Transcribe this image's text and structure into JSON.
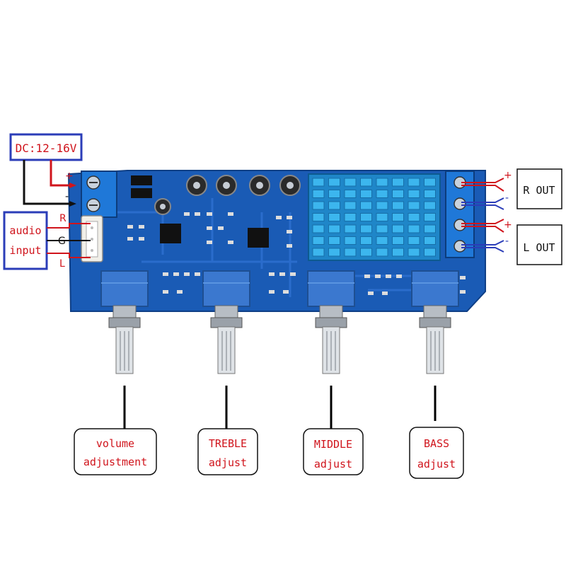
{
  "power": {
    "label": "DC:12-16V",
    "plus": "+",
    "minus": "-"
  },
  "audio_input": {
    "label_line1": "audio",
    "label_line2": "input",
    "pin_r": "R",
    "pin_g": "G",
    "pin_l": "L"
  },
  "outputs": {
    "right": "R OUT",
    "left": "L OUT",
    "plus": "+",
    "minus": "-"
  },
  "controls": [
    {
      "line1": "volume",
      "line2": "adjustment"
    },
    {
      "line1": "TREBLE",
      "line2": "adjust"
    },
    {
      "line1": "MIDDLE",
      "line2": "adjust"
    },
    {
      "line1": "BASS",
      "line2": "adjust"
    }
  ],
  "colors": {
    "label_red": "#d0141c",
    "frame_blue": "#2b3db8",
    "board_blue": "#1a5bb5",
    "heatsink": "#2fa6e0"
  }
}
